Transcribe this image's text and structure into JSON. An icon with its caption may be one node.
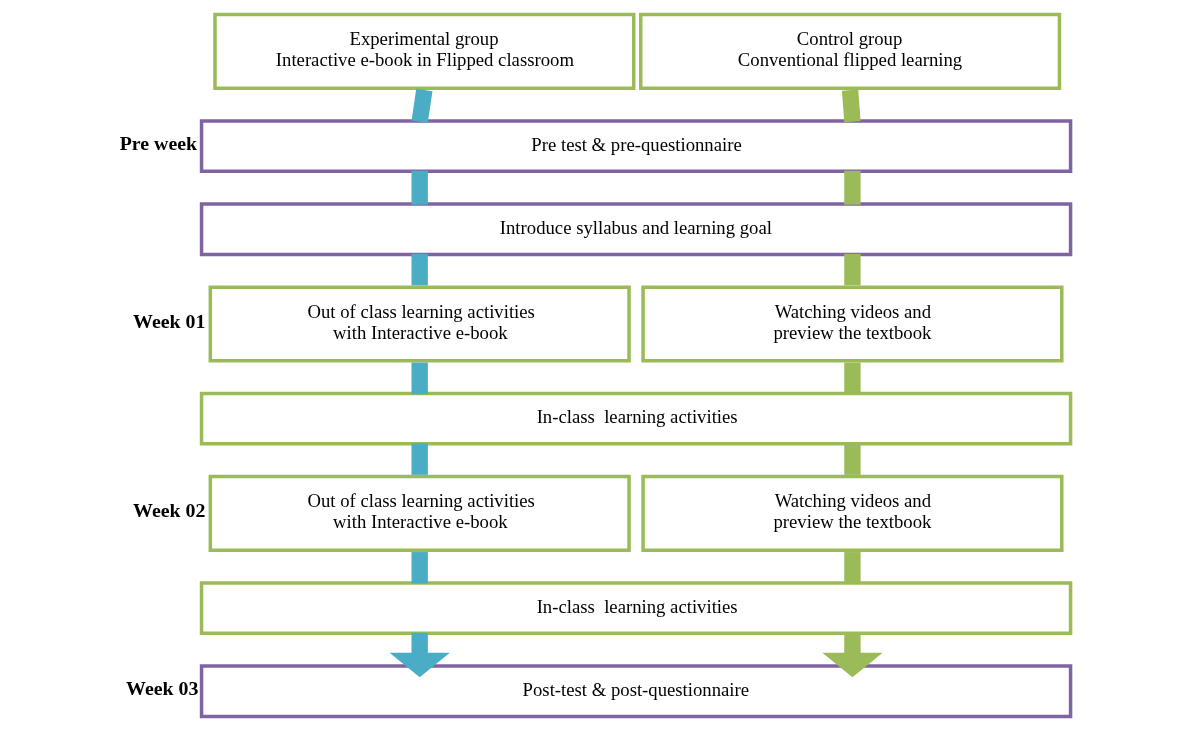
{
  "diagram": {
    "nodes": [
      {
        "text": [
          "Experimental group",
          "Interactive e-book in Flipped classroom"
        ]
      },
      {
        "text": [
          "Control group",
          "Conventional flipped learning"
        ]
      },
      {
        "text": [
          "Pre test & pre-questionnaire"
        ]
      },
      {
        "text": [
          "Introduce syllabus and learning goal"
        ]
      },
      {
        "text": [
          "Out of class learning activities with Interactive e-book"
        ]
      },
      {
        "text": [
          "Watching videos and preview the textbook"
        ]
      },
      {
        "text": [
          "In-class  learning activities"
        ]
      },
      {
        "text": [
          "Out of class learning activities with Interactive e-book"
        ]
      },
      {
        "text": [
          "Watching videos and preview the textbook"
        ]
      },
      {
        "text": [
          "In-class  learning activities"
        ]
      },
      {
        "text": [
          "Post-test & post-questionnaire"
        ]
      }
    ],
    "edges": [
      {
        "from": 0,
        "to": 2,
        "arrow": "none",
        "color": "#4bacc6"
      },
      {
        "from": 2,
        "to": 3,
        "arrow": "none",
        "color": "#4bacc6"
      },
      {
        "from": 3,
        "to": 4,
        "arrow": "none",
        "color": "#4bacc6"
      },
      {
        "from": 4,
        "to": 6,
        "arrow": "none",
        "color": "#4bacc6"
      },
      {
        "from": 6,
        "to": 7,
        "arrow": "none",
        "color": "#4bacc6"
      },
      {
        "from": 7,
        "to": 9,
        "arrow": "none",
        "color": "#4bacc6"
      },
      {
        "from": 9,
        "to": 10,
        "arrow": "to",
        "color": "#4bacc6"
      },
      {
        "from": 1,
        "to": 2,
        "arrow": "none",
        "color": "#9bbb59"
      },
      {
        "from": 2,
        "to": 3,
        "arrow": "none",
        "color": "#9bbb59"
      },
      {
        "from": 3,
        "to": 5,
        "arrow": "none",
        "color": "#9bbb59"
      },
      {
        "from": 5,
        "to": 6,
        "arrow": "none",
        "color": "#9bbb59"
      },
      {
        "from": 6,
        "to": 8,
        "arrow": "none",
        "color": "#9bbb59"
      },
      {
        "from": 8,
        "to": 9,
        "arrow": "none",
        "color": "#9bbb59"
      },
      {
        "from": 9,
        "to": 10,
        "arrow": "to",
        "color": "#9bbb59"
      }
    ],
    "labels": [
      "Pre week",
      "Week 01",
      "Week 02",
      "Week 03"
    ]
  }
}
